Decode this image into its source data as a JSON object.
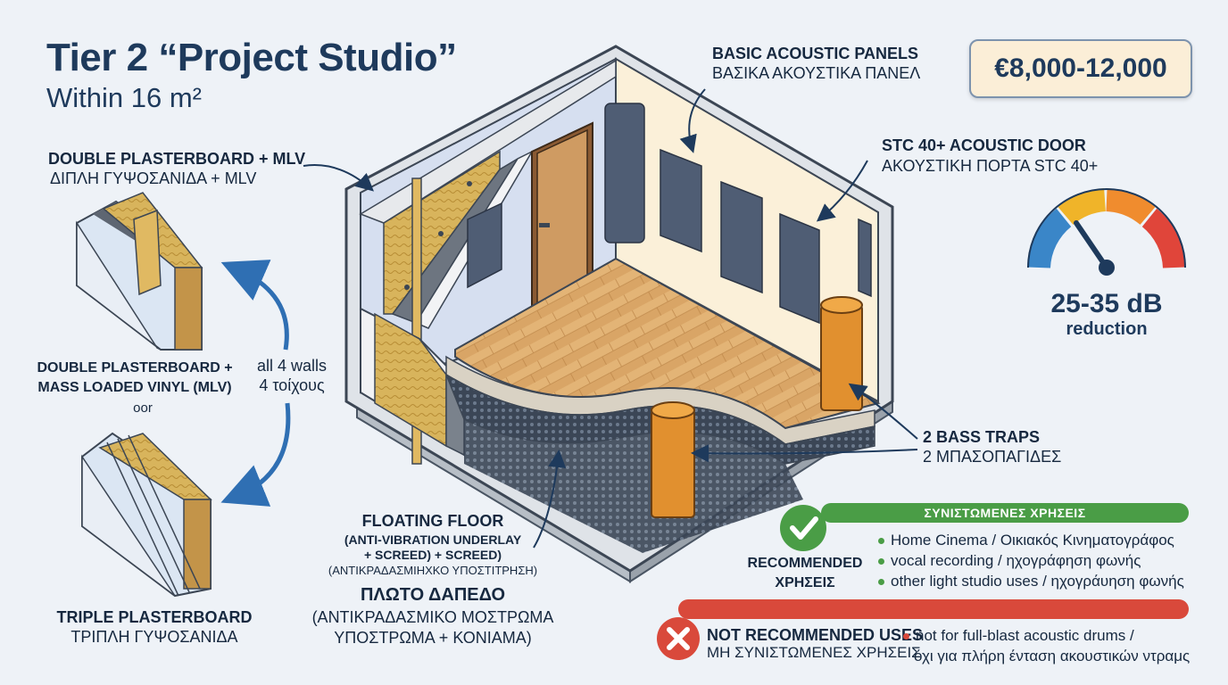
{
  "header": {
    "title": "Tier 2 “Project Studio”",
    "subtitle": "Within 16 m²",
    "price": "€8,000-12,000"
  },
  "labels": {
    "double_mlv_title": "DOUBLE PLASTERBOARD + MLV",
    "double_mlv_greek": "ΔΙΠΛΗ ΓΥΨΟΣΑΝΙΔΑ + MLV",
    "double_full_1": "DOUBLE PLASTERBOARD +",
    "double_full_2": "MASS LOADED VINYL (MLV)",
    "oor": "oor",
    "walls_en": "all 4 walls",
    "walls_gr": "4 τοίχους",
    "triple_title": "TRIPLE PLASTERBOARD",
    "triple_greek": "ΤΡΙΠΛΗ ΓΥΨΟΣΑΝΙΔΑ",
    "panels_title": "BASIC ACOUSTIC PANELS",
    "panels_greek": "ΒΑΣΙΚΑ ΑΚΟΥΣΤΙΚΑ ΠΑΝΕΛ",
    "door_title": "STC 40+ ACOUSTIC DOOR",
    "door_greek": "ΑΚΟΥΣΤΙΚΗ ΠΟΡΤΑ STC 40+",
    "bass_title": "2 BASS TRAPS",
    "bass_greek": "2 ΜΠΑΣΟΠΑΓΙΔΕΣ",
    "floor_title": "FLOATING FLOOR",
    "floor_sub1": "(ANTI-VIBRATION UNDERLAY",
    "floor_sub2": "+ SCREED) + SCREED)",
    "floor_sub3": "(ΑΝΤΙΚΡΑΔΑΣΜΙΗΧΚΟ ΥΠΟΣΤΙΤΡΗΣΗ)",
    "floor_greek_title": "ΠΛΩΤΟ ΔΑΠΕΔΟ",
    "floor_greek_1": "(ΑΝΤΙΚΡΑΔΑΣΜΙΚΟ ΜΟΣΤΡΩΜΑ",
    "floor_greek_2": "ΥΠΟΣΤΡΩΜΑ + ΚΟΝΙΑΜΑ)"
  },
  "meter": {
    "value": "25-35 dB",
    "unit": "reduction",
    "colors": [
      "#3a86c8",
      "#f0b429",
      "#f08c2e",
      "#e0453a"
    ]
  },
  "recommended": {
    "bar": "ΣΥΝΙΣΤΩΜΕΝΕΣ ΧΡΗΣΕΙΣ",
    "label1": "RECOMMENDED",
    "label2": "ΧΡΗΣΕΙΣ",
    "items": [
      "Home Cinema / Οικιακός Κινηματογράφος",
      "vocal recording / ηχογράφηση φωνής",
      "other light studio uses / ηχογράυηση φωνής"
    ],
    "color": "#4a9d46"
  },
  "not_recommended": {
    "label1": "NOT RECOMMENDED USES",
    "label2": "ΜΗ ΣΥΝΙΣΤΩΜΕΝΕΣ ΧΡΗΣΕΙΣ",
    "items": [
      "not for full-blast acoustic drums /",
      "όχι για πλήρη ένταση ακουστικών ντραμς"
    ],
    "color": "#d9493b"
  }
}
